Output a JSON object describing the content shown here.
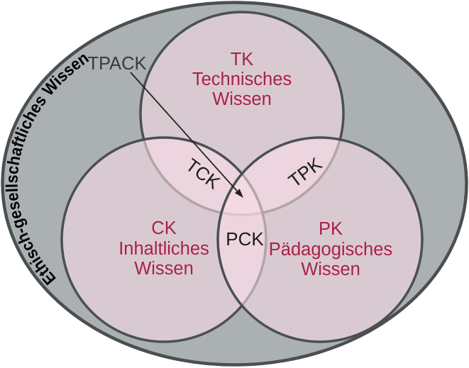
{
  "diagram": {
    "title_region_label": "TPACK",
    "outer_label": "Ethisch-gesellschaftliches Wissen",
    "regions": {
      "tk": {
        "abbr": "TK",
        "name_line1": "Technisches",
        "name_line2": "Wissen"
      },
      "ck": {
        "abbr": "CK",
        "name_line1": "Inhaltliches",
        "name_line2": "Wissen"
      },
      "pk": {
        "abbr": "PK",
        "name_line1": "Pädagogisches",
        "name_line2": "Wissen"
      },
      "tck": "TCK",
      "tpk": "TPK",
      "pck": "PCK"
    },
    "colors": {
      "page_background": "#ffffff",
      "ellipse_fill": "#abb0b3",
      "outline_stroke": "#4b4f51",
      "circle_fill_pink": "#f8dce6",
      "red_text": "#ab2145",
      "black_text": "#1c1c1c",
      "tpack_text": "#3a3a3a"
    }
  }
}
